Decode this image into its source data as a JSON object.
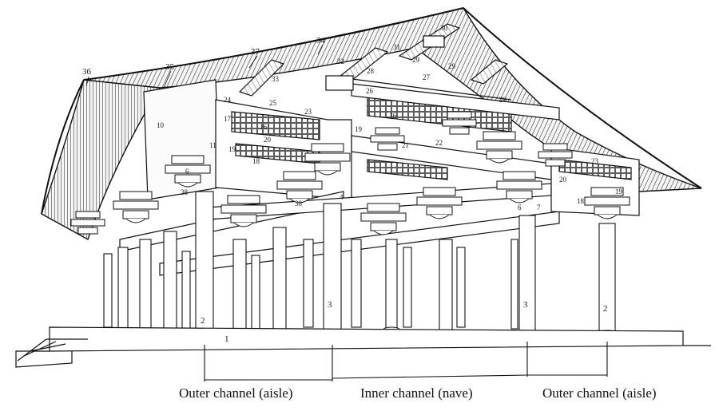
{
  "figure": {
    "channel_labels": [
      "Outer channel (aisle)",
      "Inner channel (nave)",
      "Outer channel (aisle)"
    ],
    "callouts": {
      "n1": "1",
      "n2": "2",
      "n3": "3",
      "n4": "4",
      "n6": "6",
      "n7": "7",
      "n10": "10",
      "n11": "11",
      "n16": "16",
      "n17": "17",
      "n18": "18",
      "n19": "19",
      "n20": "20",
      "n21": "21",
      "n22": "22",
      "n23": "23",
      "n24": "24",
      "n25": "25",
      "n26": "26",
      "n27": "27",
      "n28": "28",
      "n29": "29",
      "n30": "30",
      "n31": "31",
      "n32": "32",
      "n33": "33",
      "n34": "34",
      "n35": "35",
      "n36": "36",
      "n37": "37",
      "n38": "38"
    }
  }
}
